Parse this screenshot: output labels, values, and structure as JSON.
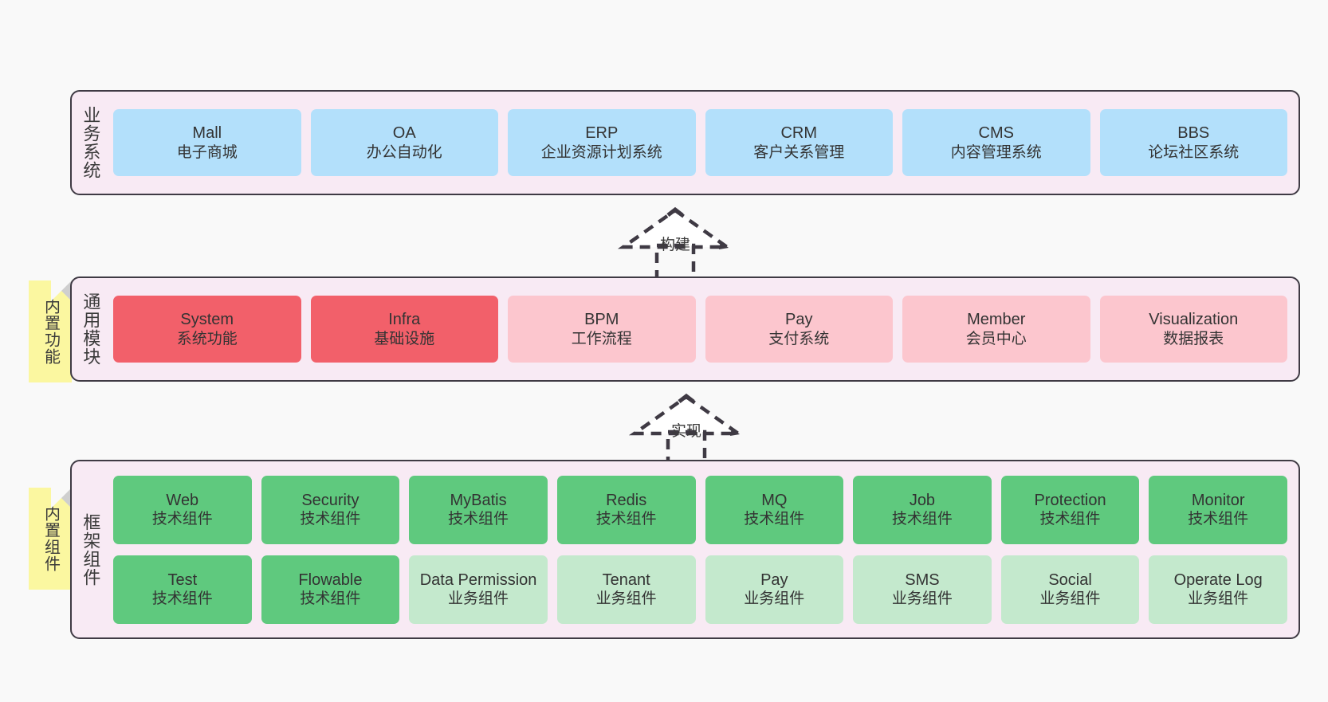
{
  "canvas": {
    "background": "#f9f9f9",
    "layer_fill": "#f8eaf4",
    "layer_border": "#3f3a44",
    "sticky_fill": "#fbf7a0",
    "sticky_fold": "#cfcfcf",
    "colors": {
      "blue": "#b3e0fb",
      "red": "#f2606a",
      "pink": "#fcc6ce",
      "green": "#5fc97e",
      "light_green": "#c4e9cd"
    }
  },
  "layers": [
    {
      "id": "business-systems",
      "title": "业务系统",
      "cards": [
        {
          "en": "Mall",
          "cn": "电子商城",
          "color": "blue"
        },
        {
          "en": "OA",
          "cn": "办公自动化",
          "color": "blue"
        },
        {
          "en": "ERP",
          "cn": "企业资源计划系统",
          "color": "blue"
        },
        {
          "en": "CRM",
          "cn": "客户关系管理",
          "color": "blue"
        },
        {
          "en": "CMS",
          "cn": "内容管理系统",
          "color": "blue"
        },
        {
          "en": "BBS",
          "cn": "论坛社区系统",
          "color": "blue"
        }
      ]
    },
    {
      "id": "common-modules",
      "title": "通用模块",
      "sticky": "内置功能",
      "cards": [
        {
          "en": "System",
          "cn": "系统功能",
          "color": "red"
        },
        {
          "en": "Infra",
          "cn": "基础设施",
          "color": "red"
        },
        {
          "en": "BPM",
          "cn": "工作流程",
          "color": "pink"
        },
        {
          "en": "Pay",
          "cn": "支付系统",
          "color": "pink"
        },
        {
          "en": "Member",
          "cn": "会员中心",
          "color": "pink"
        },
        {
          "en": "Visualization",
          "cn": "数据报表",
          "color": "pink"
        }
      ]
    },
    {
      "id": "framework-components",
      "title": "框架组件",
      "sticky": "内置组件",
      "rows": [
        [
          {
            "en": "Web",
            "cn": "技术组件",
            "color": "green"
          },
          {
            "en": "Security",
            "cn": "技术组件",
            "color": "green"
          },
          {
            "en": "MyBatis",
            "cn": "技术组件",
            "color": "green"
          },
          {
            "en": "Redis",
            "cn": "技术组件",
            "color": "green"
          },
          {
            "en": "MQ",
            "cn": "技术组件",
            "color": "green"
          },
          {
            "en": "Job",
            "cn": "技术组件",
            "color": "green"
          },
          {
            "en": "Protection",
            "cn": "技术组件",
            "color": "green"
          },
          {
            "en": "Monitor",
            "cn": "技术组件",
            "color": "green"
          }
        ],
        [
          {
            "en": "Test",
            "cn": "技术组件",
            "color": "green"
          },
          {
            "en": "Flowable",
            "cn": "技术组件",
            "color": "green"
          },
          {
            "en": "Data Permission",
            "cn": "业务组件",
            "color": "light_green",
            "wrap": true
          },
          {
            "en": "Tenant",
            "cn": "业务组件",
            "color": "light_green"
          },
          {
            "en": "Pay",
            "cn": "业务组件",
            "color": "light_green"
          },
          {
            "en": "SMS",
            "cn": "业务组件",
            "color": "light_green"
          },
          {
            "en": "Social",
            "cn": "业务组件",
            "color": "light_green"
          },
          {
            "en": "Operate Log",
            "cn": "业务组件",
            "color": "light_green"
          }
        ]
      ]
    }
  ],
  "arrows": [
    {
      "id": "build",
      "label": "构建"
    },
    {
      "id": "implement",
      "label": "实现"
    }
  ]
}
